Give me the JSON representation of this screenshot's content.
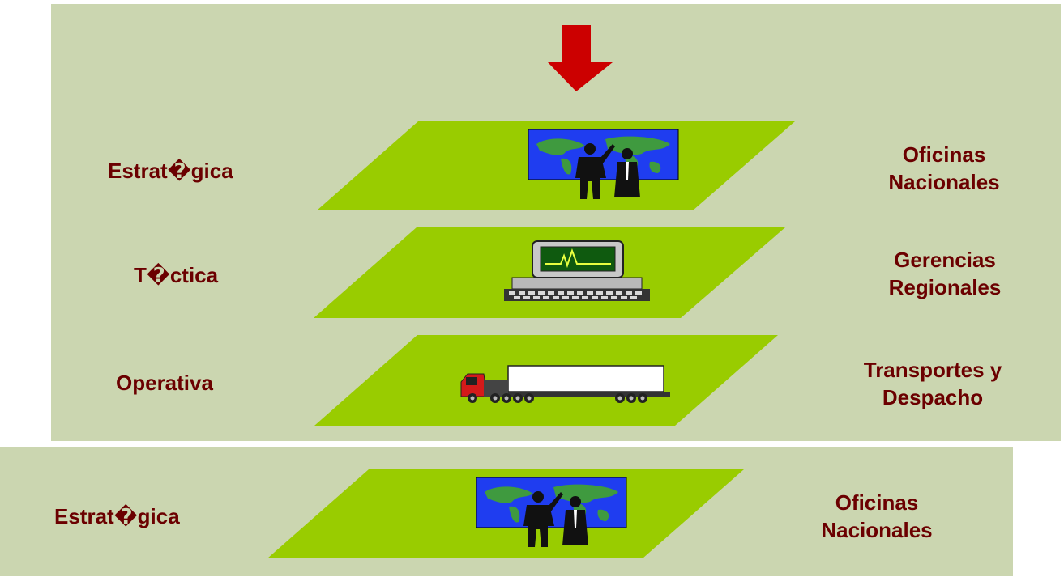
{
  "levels": [
    {
      "level": "Estrat�gica",
      "dept_line1": "Oficinas",
      "dept_line2": "Nacionales",
      "icon": "world-map-businessmen-icon"
    },
    {
      "level": "T�ctica",
      "dept_line1": "Gerencias",
      "dept_line2": "Regionales",
      "icon": "computer-terminal-icon"
    },
    {
      "level": "Operativa",
      "dept_line1": "Transportes y",
      "dept_line2": "Despacho",
      "icon": "truck-icon"
    }
  ],
  "detail": {
    "level": "Estrat�gica",
    "dept_line1": "Oficinas",
    "dept_line2": "Nacionales",
    "icon": "world-map-businessmen-icon"
  },
  "colors": {
    "panel": "#cbd6b0",
    "plane": "#99cc00",
    "label": "#6b0000",
    "arrow": "#cc0000",
    "map_blue": "#1f3df0",
    "map_land": "#3f9a3f"
  }
}
